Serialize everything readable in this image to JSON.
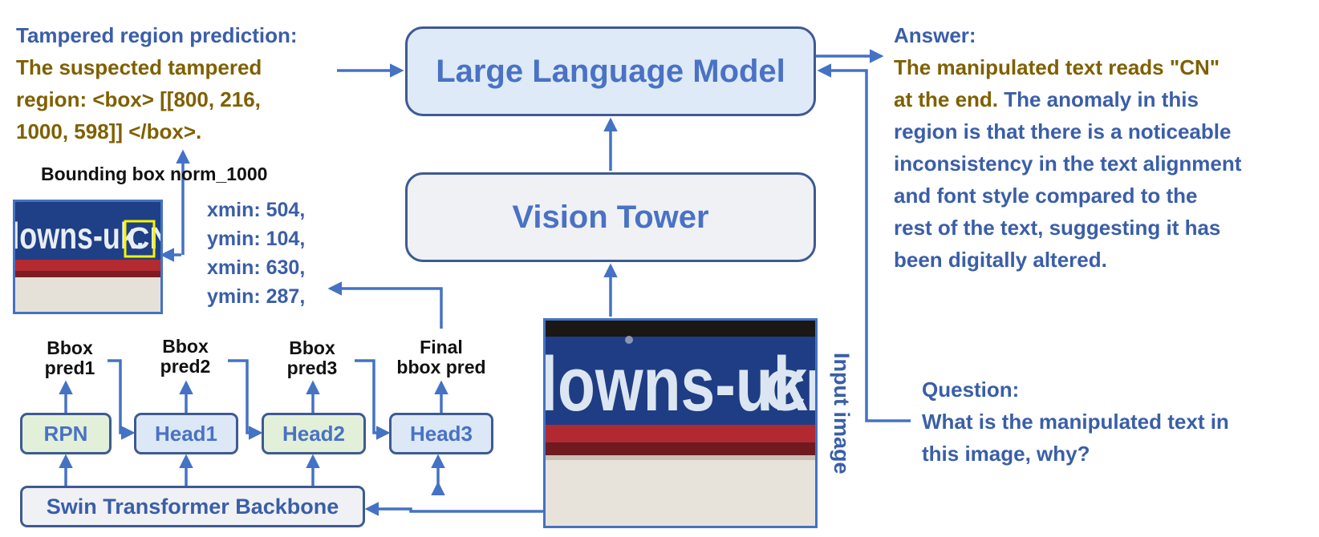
{
  "llm": {
    "label": "Large Language Model"
  },
  "vision_tower": {
    "label": "Vision Tower"
  },
  "tampered": {
    "heading": "Tampered region prediction:",
    "lines": [
      "The suspected tampered",
      "region: <box> [[800, 216,",
      "1000, 598]] </box>."
    ]
  },
  "bbox_norm_label": "Bounding box norm_1000",
  "coords": [
    "xmin: 504,",
    "ymin: 104,",
    "xmin: 630,",
    "ymin: 287,"
  ],
  "preds": [
    {
      "line1": "Bbox",
      "line2": "pred1"
    },
    {
      "line1": "Bbox",
      "line2": "pred2"
    },
    {
      "line1": "Bbox",
      "line2": "pred3"
    },
    {
      "line1": "Final",
      "line2": "bbox pred"
    }
  ],
  "heads": {
    "rpn": "RPN",
    "head1": "Head1",
    "head2": "Head2",
    "head3": "Head3"
  },
  "backbone": "Swin Transformer Backbone",
  "input_image_label": "Input image",
  "sign_text": "lowns-uk.",
  "sign_tail": "CN",
  "answer": {
    "heading": "Answer:",
    "gold_lines": [
      "The manipulated text reads \"CN\"",
      "at the end."
    ],
    "blue_first": " The anomaly in this",
    "blue_lines": [
      "region is that there is a noticeable",
      "inconsistency in the text alignment",
      "and font style compared to the",
      "rest of the text, suggesting it has",
      "been digitally altered."
    ]
  },
  "question": {
    "heading": "Question:",
    "lines": [
      "What is the manipulated text in",
      "this image, why?"
    ]
  },
  "colors": {
    "arrow": "#4472c4",
    "gold": "#7f6000",
    "blue_text": "#3a5ea8",
    "highlight": "#f5f500"
  }
}
